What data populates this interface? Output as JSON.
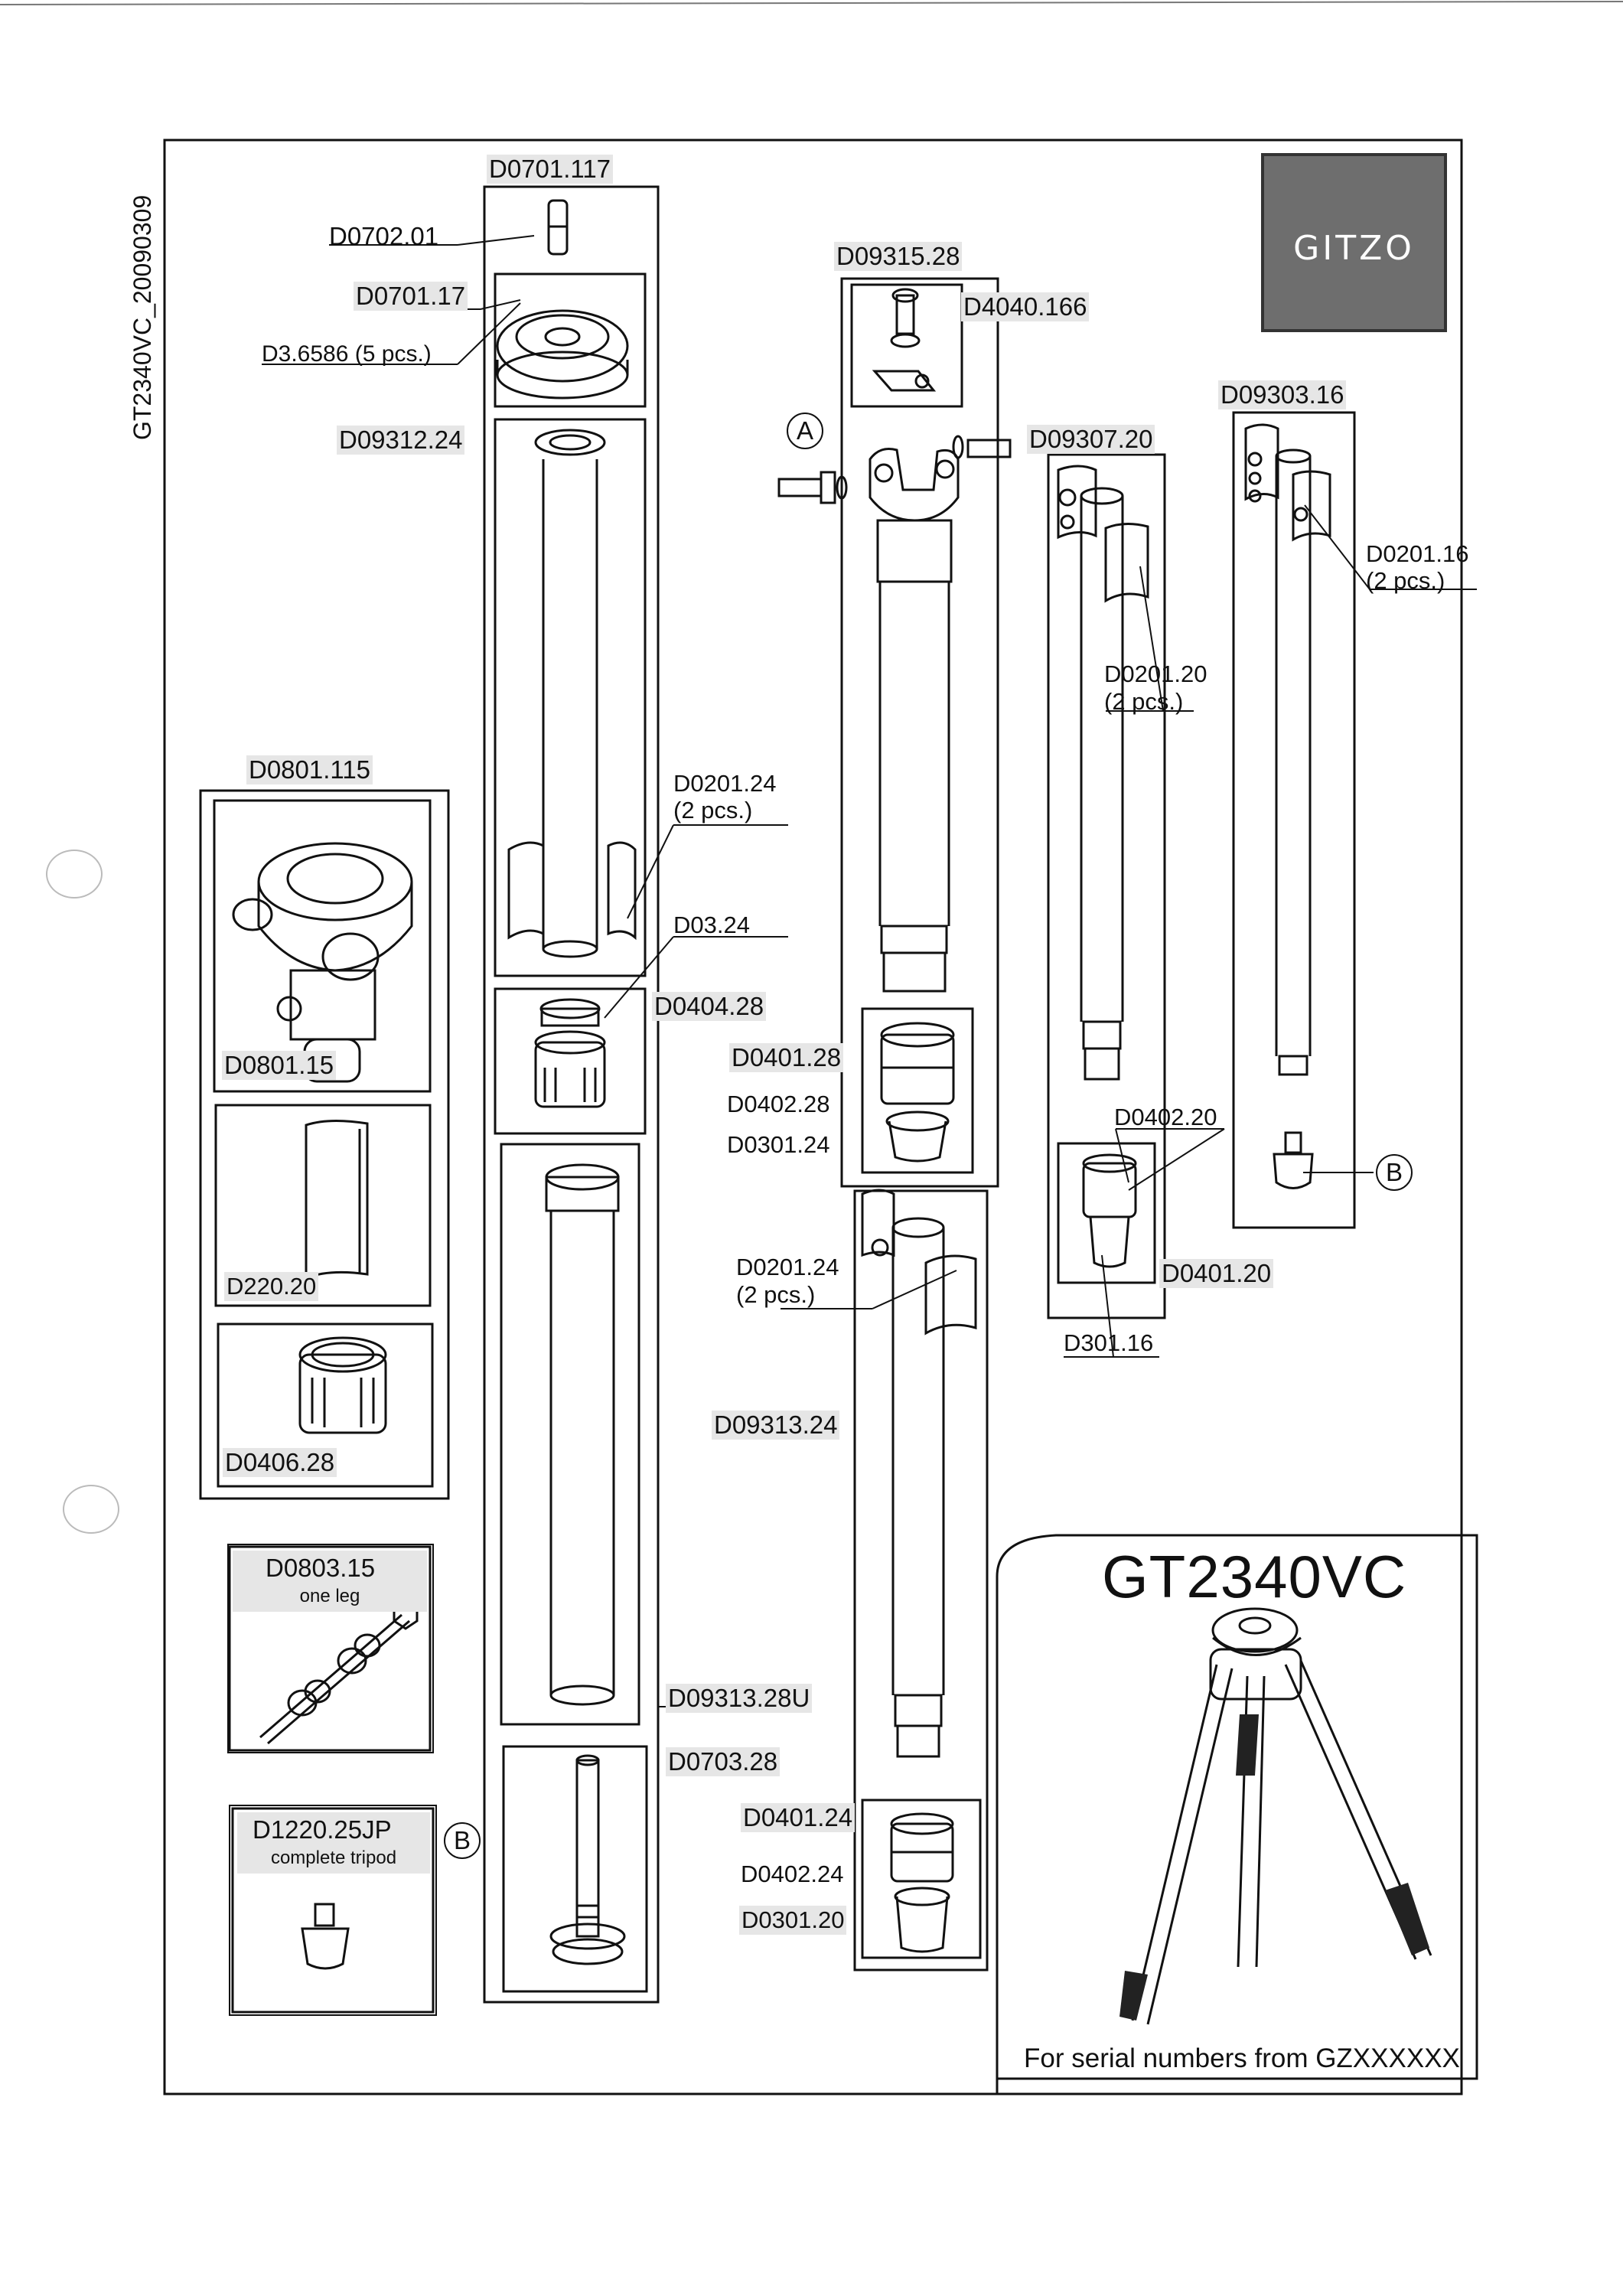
{
  "document_code": "GT2340VC_20090309",
  "model": "GT2340VC",
  "serial_note": "For serial numbers from GZXXXXXX",
  "logo": {
    "text": "GITZO",
    "color": "#6e6e6e"
  },
  "callouts": {
    "a": "A",
    "b": "B"
  },
  "parts": {
    "d0701_117": "D0701.117",
    "d0702_01": "D0702.01",
    "d0701_17": "D0701.17",
    "d3_6586": "D3.6586 (5 pcs.)",
    "d09312_24": "D09312.24",
    "d0201_24_top": "D0201.24",
    "d0201_24_top_qty": "(2 pcs.)",
    "d03_24": "D03.24",
    "d0404_28": "D0404.28",
    "d09313_28u": "D09313.28U",
    "d0703_28": "D0703.28",
    "d0801_115": "D0801.115",
    "d0801_15": "D0801.15",
    "d220_20": "D220.20",
    "d0406_28": "D0406.28",
    "d0803_15": "D0803.15",
    "d0803_15_sub": "one leg",
    "d1220_25jp": "D1220.25JP",
    "d1220_25jp_sub": "complete tripod",
    "d09315_28": "D09315.28",
    "d4040_166": "D4040.166",
    "d09307_20": "D09307.20",
    "d09303_16": "D09303.16",
    "d0201_16": "D0201.16",
    "d0201_16_qty": "(2 pcs.)",
    "d0201_20": "D0201.20",
    "d0201_20_qty": "(2 pcs.)",
    "d0401_28": "D0401.28",
    "d0402_28": "D0402.28",
    "d0301_24": "D0301.24",
    "d0402_20": "D0402.20",
    "d0401_20": "D0401.20",
    "d301_16": "D301.16",
    "d0201_24_mid": "D0201.24",
    "d0201_24_mid_qty": "(2 pcs.)",
    "d09313_24": "D09313.24",
    "d0401_24": "D0401.24",
    "d0402_24": "D0402.24",
    "d0301_20": "D0301.20"
  }
}
